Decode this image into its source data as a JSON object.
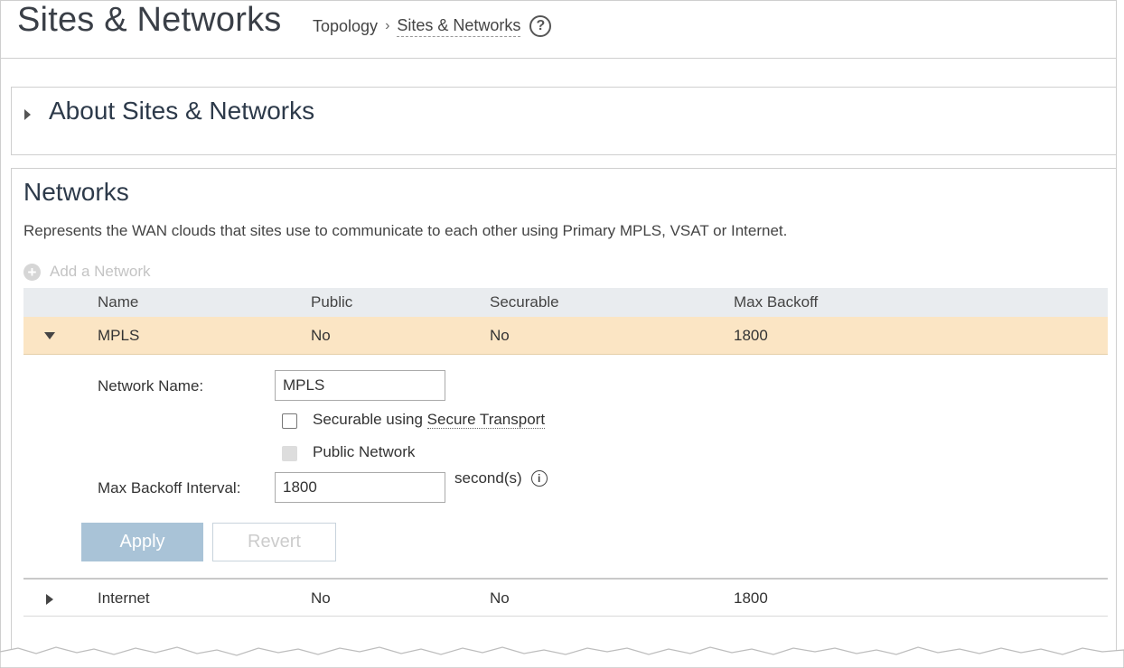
{
  "header": {
    "title": "Sites & Networks",
    "breadcrumb": [
      "Topology",
      "Sites & Networks"
    ],
    "breadcrumb_separator": "›",
    "help_glyph": "?"
  },
  "about": {
    "title": "About Sites & Networks"
  },
  "networks": {
    "title": "Networks",
    "description": "Represents the WAN clouds that sites use to communicate to each other using Primary MPLS, VSAT or Internet.",
    "add_label": "Add a Network",
    "columns": [
      "Name",
      "Public",
      "Securable",
      "Max Backoff"
    ],
    "rows": [
      {
        "name": "MPLS",
        "public": "No",
        "securable": "No",
        "max_backoff": "1800",
        "expanded": true
      },
      {
        "name": "Internet",
        "public": "No",
        "securable": "No",
        "max_backoff": "1800",
        "expanded": false
      }
    ],
    "form": {
      "network_name_label": "Network Name:",
      "network_name_value": "MPLS",
      "securable_prefix": "Securable using",
      "securable_link": "Secure Transport",
      "securable_checked": false,
      "public_label": "Public Network",
      "public_checked": false,
      "backoff_label": "Max Backoff Interval:",
      "backoff_value": "1800",
      "backoff_unit": "second(s)",
      "apply_label": "Apply",
      "revert_label": "Revert"
    }
  },
  "colors": {
    "selected_row": "#fbe5c4",
    "table_header": "#e9ecef",
    "apply_button": "#a9c3d7"
  }
}
